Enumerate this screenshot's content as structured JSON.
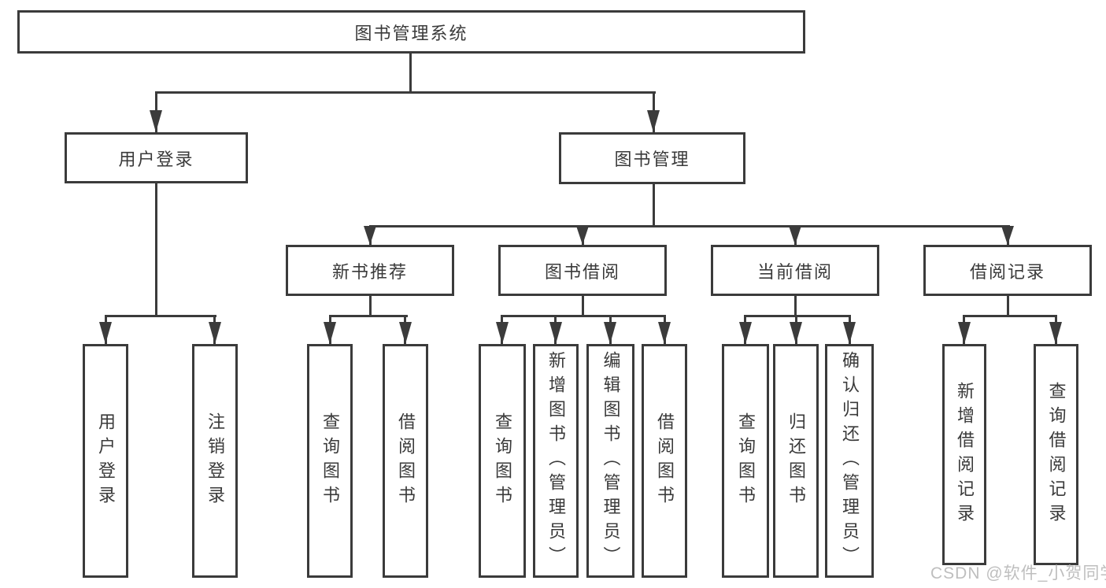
{
  "diagram": {
    "root": {
      "label": "图书管理系统",
      "children": [
        {
          "label": "用户登录",
          "children": [
            {
              "label": "用户登录"
            },
            {
              "label": "注销登录"
            }
          ]
        },
        {
          "label": "图书管理",
          "children": [
            {
              "label": "新书推荐",
              "children": [
                {
                  "label": "查询图书"
                },
                {
                  "label": "借阅图书"
                }
              ]
            },
            {
              "label": "图书借阅",
              "children": [
                {
                  "label": "查询图书"
                },
                {
                  "label": "新增图书（管理员）"
                },
                {
                  "label": "编辑图书（管理员）"
                },
                {
                  "label": "借阅图书"
                }
              ]
            },
            {
              "label": "当前借阅",
              "children": [
                {
                  "label": "查询图书"
                },
                {
                  "label": "归还图书"
                },
                {
                  "label": "确认归还（管理员）"
                }
              ]
            },
            {
              "label": "借阅记录",
              "children": [
                {
                  "label": "新增借阅记录"
                },
                {
                  "label": "查询借阅记录"
                }
              ]
            }
          ]
        }
      ]
    }
  },
  "watermark": {
    "text": "CSDN @软件_小贺同学"
  },
  "colors": {
    "line": "#3b3b3b",
    "box_border": "#3b3b3b",
    "text": "#3a3a3a",
    "watermark": "#b8b8b8",
    "background": "#ffffff"
  }
}
